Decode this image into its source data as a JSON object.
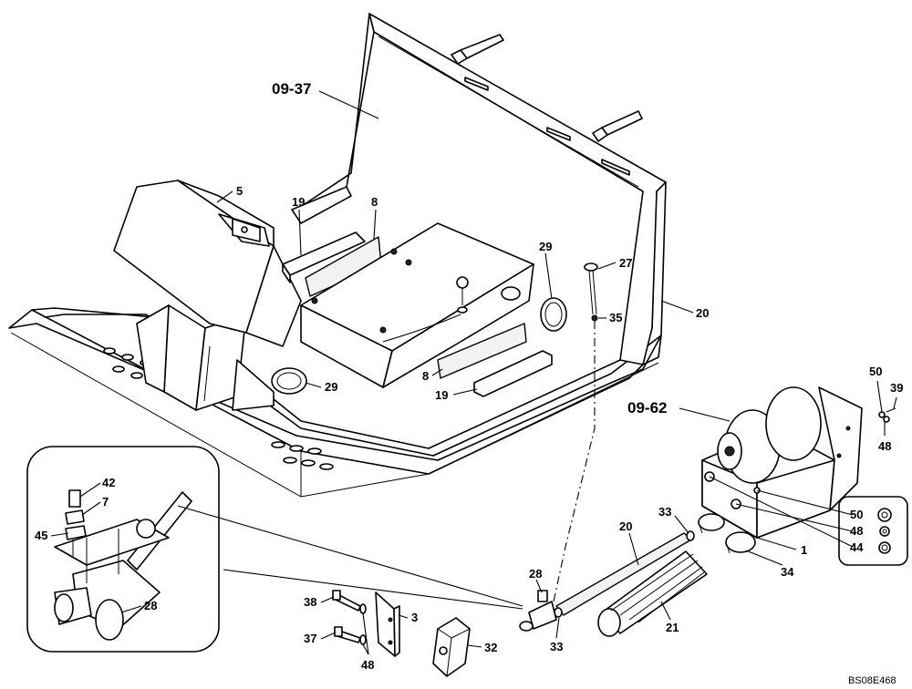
{
  "assembly_labels": [
    "09-37",
    "09-62"
  ],
  "callouts": {
    "c5": "5",
    "c19a": "19",
    "c8a": "8",
    "c29a": "29",
    "c27": "27",
    "c35": "35",
    "c20a": "20",
    "c29b": "29",
    "c8b": "8",
    "c19b": "19",
    "c50a": "50",
    "c39": "39",
    "c48a": "48",
    "c50b": "50",
    "c48b": "48",
    "c44": "44",
    "c1": "1",
    "c34": "34",
    "c33a": "33",
    "c20b": "20",
    "c21": "21",
    "c33b": "33",
    "c28a": "28",
    "c42": "42",
    "c7": "7",
    "c45": "45",
    "c28b": "28",
    "c38": "38",
    "c37": "37",
    "c48c": "48",
    "c3": "3",
    "c32": "32"
  },
  "drawing_code": "BS08E468"
}
